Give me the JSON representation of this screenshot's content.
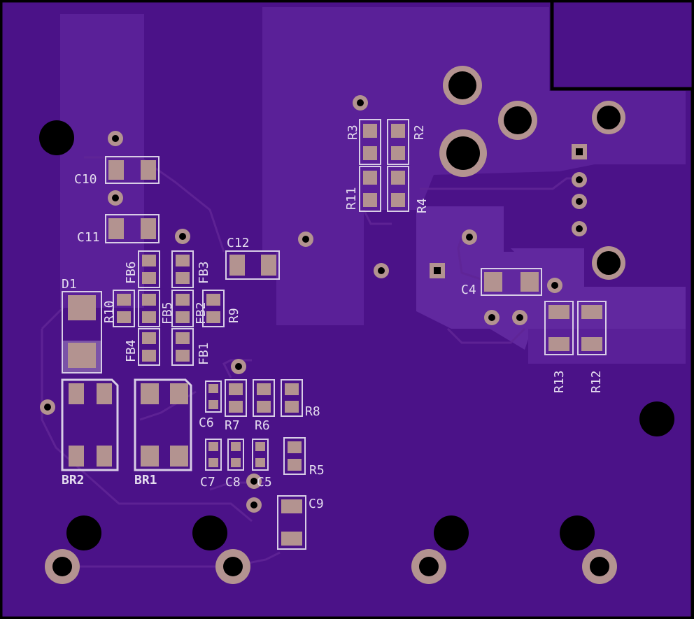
{
  "board": {
    "colors": {
      "background": "#000000",
      "soldermask": "#4b1288",
      "copper_pour": "#5a2098",
      "pad": "#b39390",
      "silkscreen": "#d8cde6",
      "hole": "#000000"
    }
  },
  "components": {
    "C10": "C10",
    "C11": "C11",
    "C12": "C12",
    "D1": "D1",
    "R10": "R10",
    "FB6": "FB6",
    "FB5": "FB5",
    "FB4": "FB4",
    "FB3": "FB3",
    "FB2": "FB2",
    "FB1": "FB1",
    "R9": "R9",
    "R3": "R3",
    "R2": "R2",
    "R11": "R11",
    "R4": "R4",
    "C4": "C4",
    "R13": "R13",
    "R12": "R12",
    "BR2": "BR2",
    "BR1": "BR1",
    "C6": "C6",
    "R7": "R7",
    "R6": "R6",
    "R8": "R8",
    "C7": "C7",
    "C8": "C8",
    "C5": "C5",
    "R5": "R5",
    "C9": "C9"
  }
}
